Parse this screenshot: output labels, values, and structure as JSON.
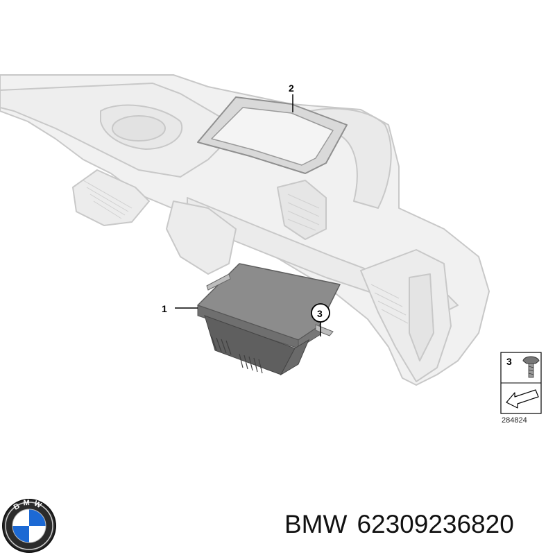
{
  "diagram": {
    "callouts": [
      {
        "id": "callout-1",
        "label": "1"
      },
      {
        "id": "callout-2",
        "label": "2"
      },
      {
        "id": "callout-3",
        "label": "3"
      }
    ],
    "legend": {
      "item_label": "3",
      "reference_number": "284824"
    }
  },
  "footer": {
    "logo_text": "BMW",
    "brand": "BMW",
    "part_number": "62309236820"
  },
  "colors": {
    "part_fill": "#f1f1f1",
    "part_stroke": "#c8c8c8",
    "frame_fill": "#d9d9d9",
    "display_fill": "#8c8c8c",
    "logo_blue": "#1c69d4"
  }
}
